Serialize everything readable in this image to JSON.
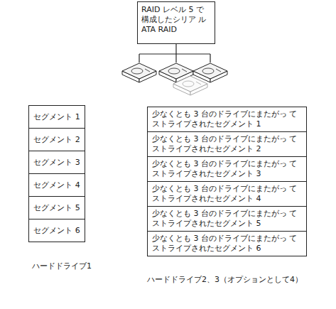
{
  "diagram": {
    "nodes": [
      {
        "text": [
          "RAID レベル 5 で 構成したシリア ル ATA RAID"
        ]
      },
      {
        "text": [
          "セグメント 1"
        ]
      },
      {
        "text": [
          "セグメント 2"
        ]
      },
      {
        "text": [
          "セグメント 3"
        ]
      },
      {
        "text": [
          "セグメント 4"
        ]
      },
      {
        "text": [
          "セグメント 5"
        ]
      },
      {
        "text": [
          "セグメント 6"
        ]
      },
      {
        "text": [
          "少なくとも 3 台のドライブにまたがっ てストライプされたセグメント 1"
        ]
      },
      {
        "text": [
          "少なくとも 3 台のドライブにまたがっ てストライプされたセグメント 2"
        ]
      },
      {
        "text": [
          "少なくとも 3 台のドライブにまたがっ てストライプされたセグメント 3"
        ]
      },
      {
        "text": [
          "少なくとも 3 台のドライブにまたがっ てストライプされたセグメント 4"
        ]
      },
      {
        "text": [
          "少なくとも 3 台のドライブにまたがっ てストライプされたセグメント 5"
        ]
      },
      {
        "text": [
          "少なくとも 3 台のドライブにまたがっ てストライプされたセグメント 6"
        ]
      }
    ],
    "labels": [
      "ハードドライブ1",
      "ハードドライブ2、3（オプションとして4）"
    ]
  }
}
